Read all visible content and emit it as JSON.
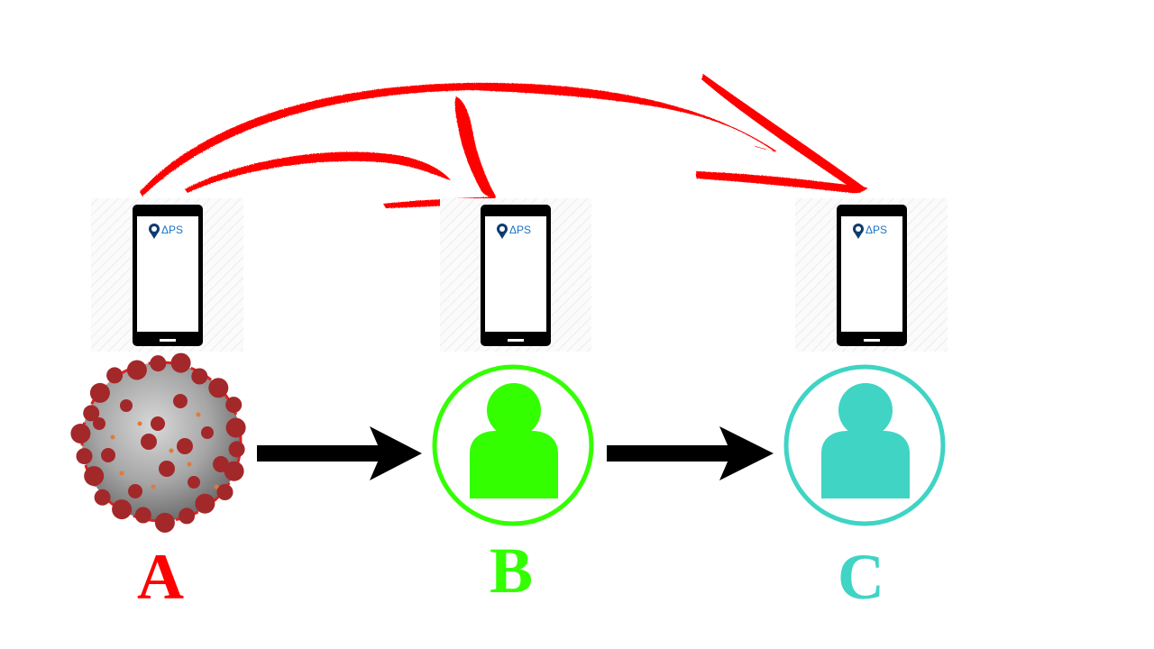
{
  "app_logo_text": "ΔPS",
  "nodes": [
    {
      "id": "a",
      "label": "A",
      "role": "infected-person",
      "color": "#ff0000",
      "icon": "coronavirus-icon"
    },
    {
      "id": "b",
      "label": "B",
      "role": "contact-person",
      "color": "#33ff00",
      "icon": "person-icon"
    },
    {
      "id": "c",
      "label": "C",
      "role": "contact-person",
      "color": "#3fd4c4",
      "icon": "person-icon"
    }
  ],
  "colors": {
    "bluetooth_arrows": "#ff0000",
    "contact_arrows": "#000000",
    "phone_body": "#000000",
    "logo_blue": "#1a73c8",
    "logo_dark": "#0d3b6e",
    "virus_red": "#a3282a",
    "virus_gray": "#9a9a9a"
  },
  "arrows": [
    {
      "from": "a",
      "to": "b",
      "style": "curved",
      "color": "red"
    },
    {
      "from": "a",
      "to": "c",
      "style": "curved",
      "color": "red"
    },
    {
      "from": "a",
      "to": "b",
      "style": "straight",
      "color": "black"
    },
    {
      "from": "b",
      "to": "c",
      "style": "straight",
      "color": "black"
    }
  ]
}
